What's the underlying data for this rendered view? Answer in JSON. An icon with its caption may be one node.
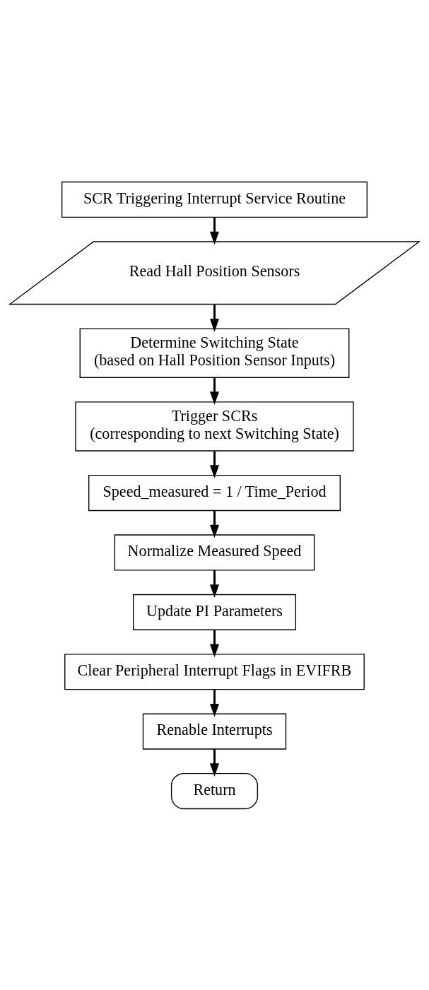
{
  "diagram": {
    "nodes": [
      {
        "text": [
          "SCR Triggering Interrupt Service Routine"
        ]
      },
      {
        "text": [
          "Read Hall Position Sensors"
        ]
      },
      {
        "text": [
          "Determine Switching State",
          "(based on Hall Position Sensor Inputs)"
        ]
      },
      {
        "text": [
          "Trigger SCRs",
          "(corresponding to next Switching State)"
        ]
      },
      {
        "text": [
          "Speed_measured = 1 / Time_Period"
        ]
      },
      {
        "text": [
          "Normalize Measured Speed"
        ]
      },
      {
        "text": [
          "Update PI Parameters"
        ]
      },
      {
        "text": [
          "Clear Peripheral Interrupt Flags in EVIFRB"
        ]
      },
      {
        "text": [
          "Renable Interrupts"
        ]
      },
      {
        "text": [
          "Return"
        ]
      }
    ],
    "edges": [
      {
        "from": 0,
        "to": 1,
        "arrow": "to"
      },
      {
        "from": 1,
        "to": 2,
        "arrow": "to"
      },
      {
        "from": 2,
        "to": 3,
        "arrow": "to"
      },
      {
        "from": 3,
        "to": 4,
        "arrow": "to"
      },
      {
        "from": 4,
        "to": 5,
        "arrow": "to"
      },
      {
        "from": 5,
        "to": 6,
        "arrow": "to"
      },
      {
        "from": 6,
        "to": 7,
        "arrow": "to"
      },
      {
        "from": 7,
        "to": 8,
        "arrow": "to"
      },
      {
        "from": 8,
        "to": 9,
        "arrow": "to"
      }
    ]
  }
}
